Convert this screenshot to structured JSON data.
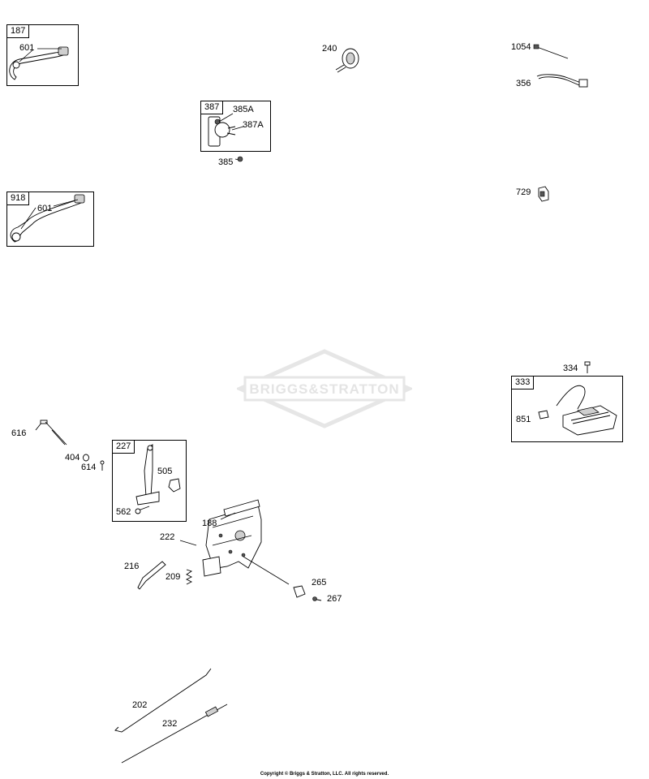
{
  "watermark": {
    "brand": "BRIGGS&STRATTON"
  },
  "boxes": [
    {
      "id": "187"
    },
    {
      "id": "387"
    },
    {
      "id": "918"
    },
    {
      "id": "333"
    },
    {
      "id": "227"
    }
  ],
  "labels": {
    "p601a": "601",
    "p601b": "601",
    "p240": "240",
    "p1054": "1054",
    "p356": "356",
    "p385A": "385A",
    "p387A": "387A",
    "p385": "385",
    "p729": "729",
    "p334": "334",
    "p851": "851",
    "p616": "616",
    "p404": "404",
    "p614": "614",
    "p505": "505",
    "p562": "562",
    "p188": "188",
    "p222": "222",
    "p216": "216",
    "p209": "209",
    "p265": "265",
    "p267": "267",
    "p202": "202",
    "p232": "232"
  },
  "copyright": "Copyright © Briggs & Stratton, LLC. All rights reserved."
}
